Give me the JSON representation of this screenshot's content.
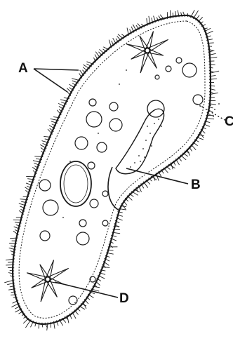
{
  "labels": {
    "a": "A",
    "b": "B",
    "c": "C",
    "d": "D"
  },
  "colors": {
    "ink": "#1a1a1a",
    "label": "#111111",
    "background": "#ffffff"
  }
}
